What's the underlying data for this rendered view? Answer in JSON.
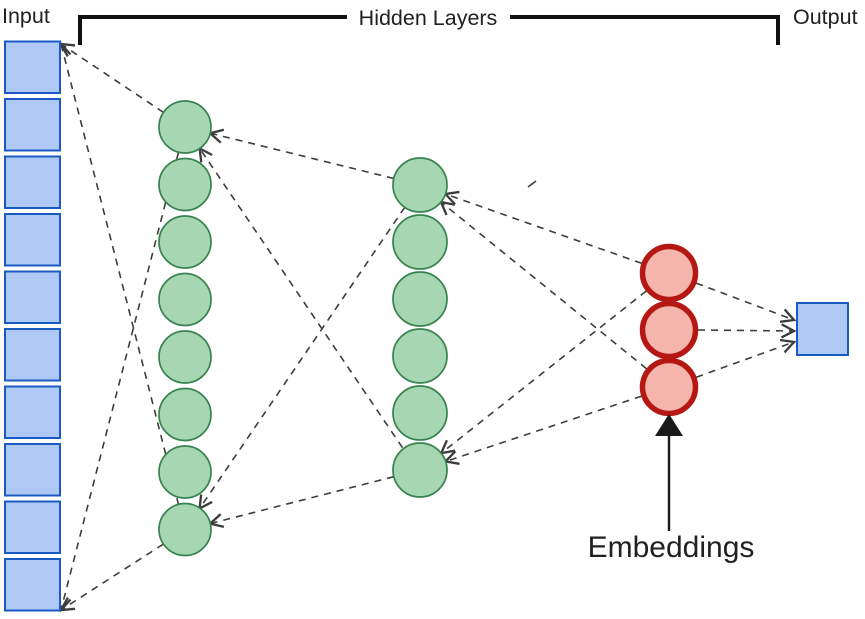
{
  "diagram": {
    "type": "neural-network-autoencoder",
    "labels": {
      "input": "Input",
      "hidden_layers": "Hidden Layers",
      "output": "Output",
      "embeddings": "Embeddings"
    },
    "layers": [
      {
        "name": "input",
        "shape": "square",
        "count": 10,
        "fill": "#aec9f5",
        "border": "#1b5ac2",
        "border_width": 2
      },
      {
        "name": "hidden-1",
        "shape": "circle",
        "count": 8,
        "fill": "#a7d7b2",
        "border": "#37824f",
        "border_width": 1.7
      },
      {
        "name": "hidden-2",
        "shape": "circle",
        "count": 6,
        "fill": "#a7d7b2",
        "border": "#37824f",
        "border_width": 1.7
      },
      {
        "name": "embeddings",
        "shape": "circle",
        "count": 3,
        "fill": "#f5b5ac",
        "border": "#b51712",
        "border_width": 5.5
      },
      {
        "name": "output",
        "shape": "square",
        "count": 1,
        "fill": "#aec9f5",
        "border": "#1b5ac2",
        "border_width": 2
      }
    ],
    "colors": {
      "connector": "#3d3d3d",
      "bracket": "#111111",
      "text": "#212121",
      "arrow": "#1a1a1a",
      "background": "#ffffff"
    }
  }
}
